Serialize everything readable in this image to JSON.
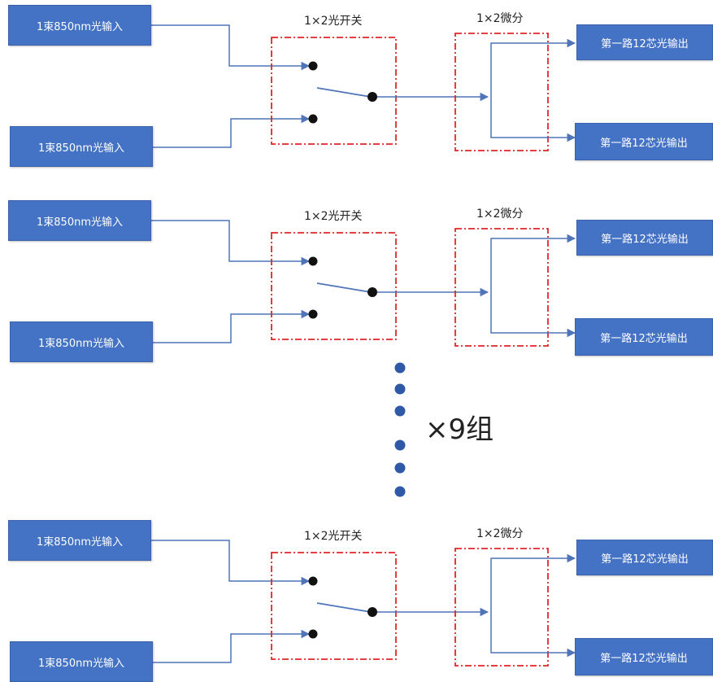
{
  "input_label": "1束850nm光输入",
  "output_label": "第一路12芯光输出",
  "switch_label": "1×2光开关",
  "splitter_label": "1×2微分",
  "repeat_label": "×9组",
  "colors": {
    "box_fill": "#4472c4",
    "box_text": "#ffffff",
    "line": "#4f75b8",
    "dashed_border": "#e0262a",
    "dot": "#2f58a6"
  }
}
